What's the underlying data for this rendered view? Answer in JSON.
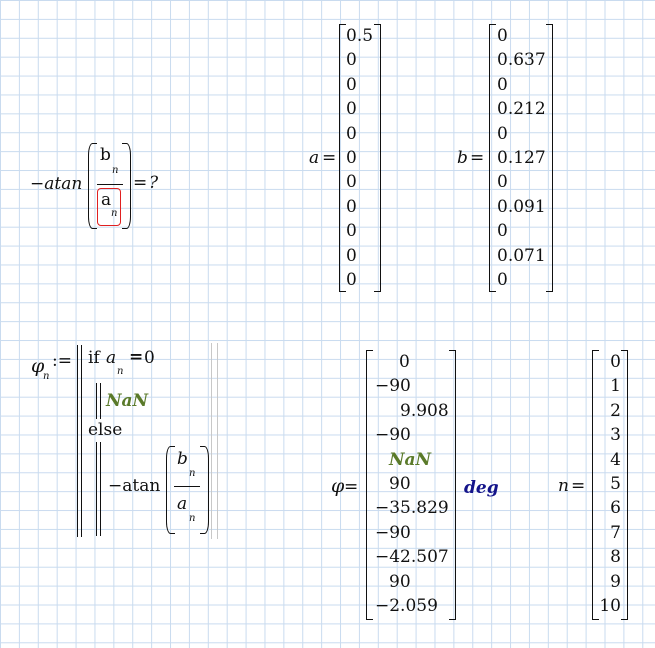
{
  "eval_expr": {
    "func": "−atan",
    "numerator_var": "b",
    "numerator_sub": "n",
    "denominator_var": "a",
    "denominator_sub": "n",
    "eq_sign": "=",
    "result": "?"
  },
  "vector_a": {
    "name": "a",
    "eq": "=",
    "values": [
      "0.5",
      "0",
      "0",
      "0",
      "0",
      "0",
      "0",
      "0",
      "0",
      "0",
      "0"
    ]
  },
  "vector_b": {
    "name": "b",
    "eq": "=",
    "values": [
      "0",
      "0.637",
      "0",
      "0.212",
      "0",
      "0.127",
      "0",
      "0.091",
      "0",
      "0.071",
      "0"
    ]
  },
  "phi_def": {
    "name": "φ",
    "sub": "n",
    "assign": ":=",
    "if_kw": "if",
    "cond_var": "a",
    "cond_sub": "n",
    "cond_op": "=",
    "cond_val": "0",
    "then_val": "NaN",
    "else_kw": "else",
    "else_func": "−atan",
    "num_var": "b",
    "num_sub": "n",
    "den_var": "a",
    "den_sub": "n"
  },
  "vector_phi": {
    "name": "φ",
    "eq": "=",
    "values": [
      "0",
      "−90",
      "9.908",
      "−90",
      "NaN",
      "90",
      "−35.829",
      "−90",
      "−42.507",
      "90",
      "−2.059"
    ],
    "unit": "deg"
  },
  "vector_n": {
    "name": "n",
    "eq": "=",
    "values": [
      "0",
      "1",
      "2",
      "3",
      "4",
      "5",
      "6",
      "7",
      "8",
      "9",
      "10"
    ]
  }
}
